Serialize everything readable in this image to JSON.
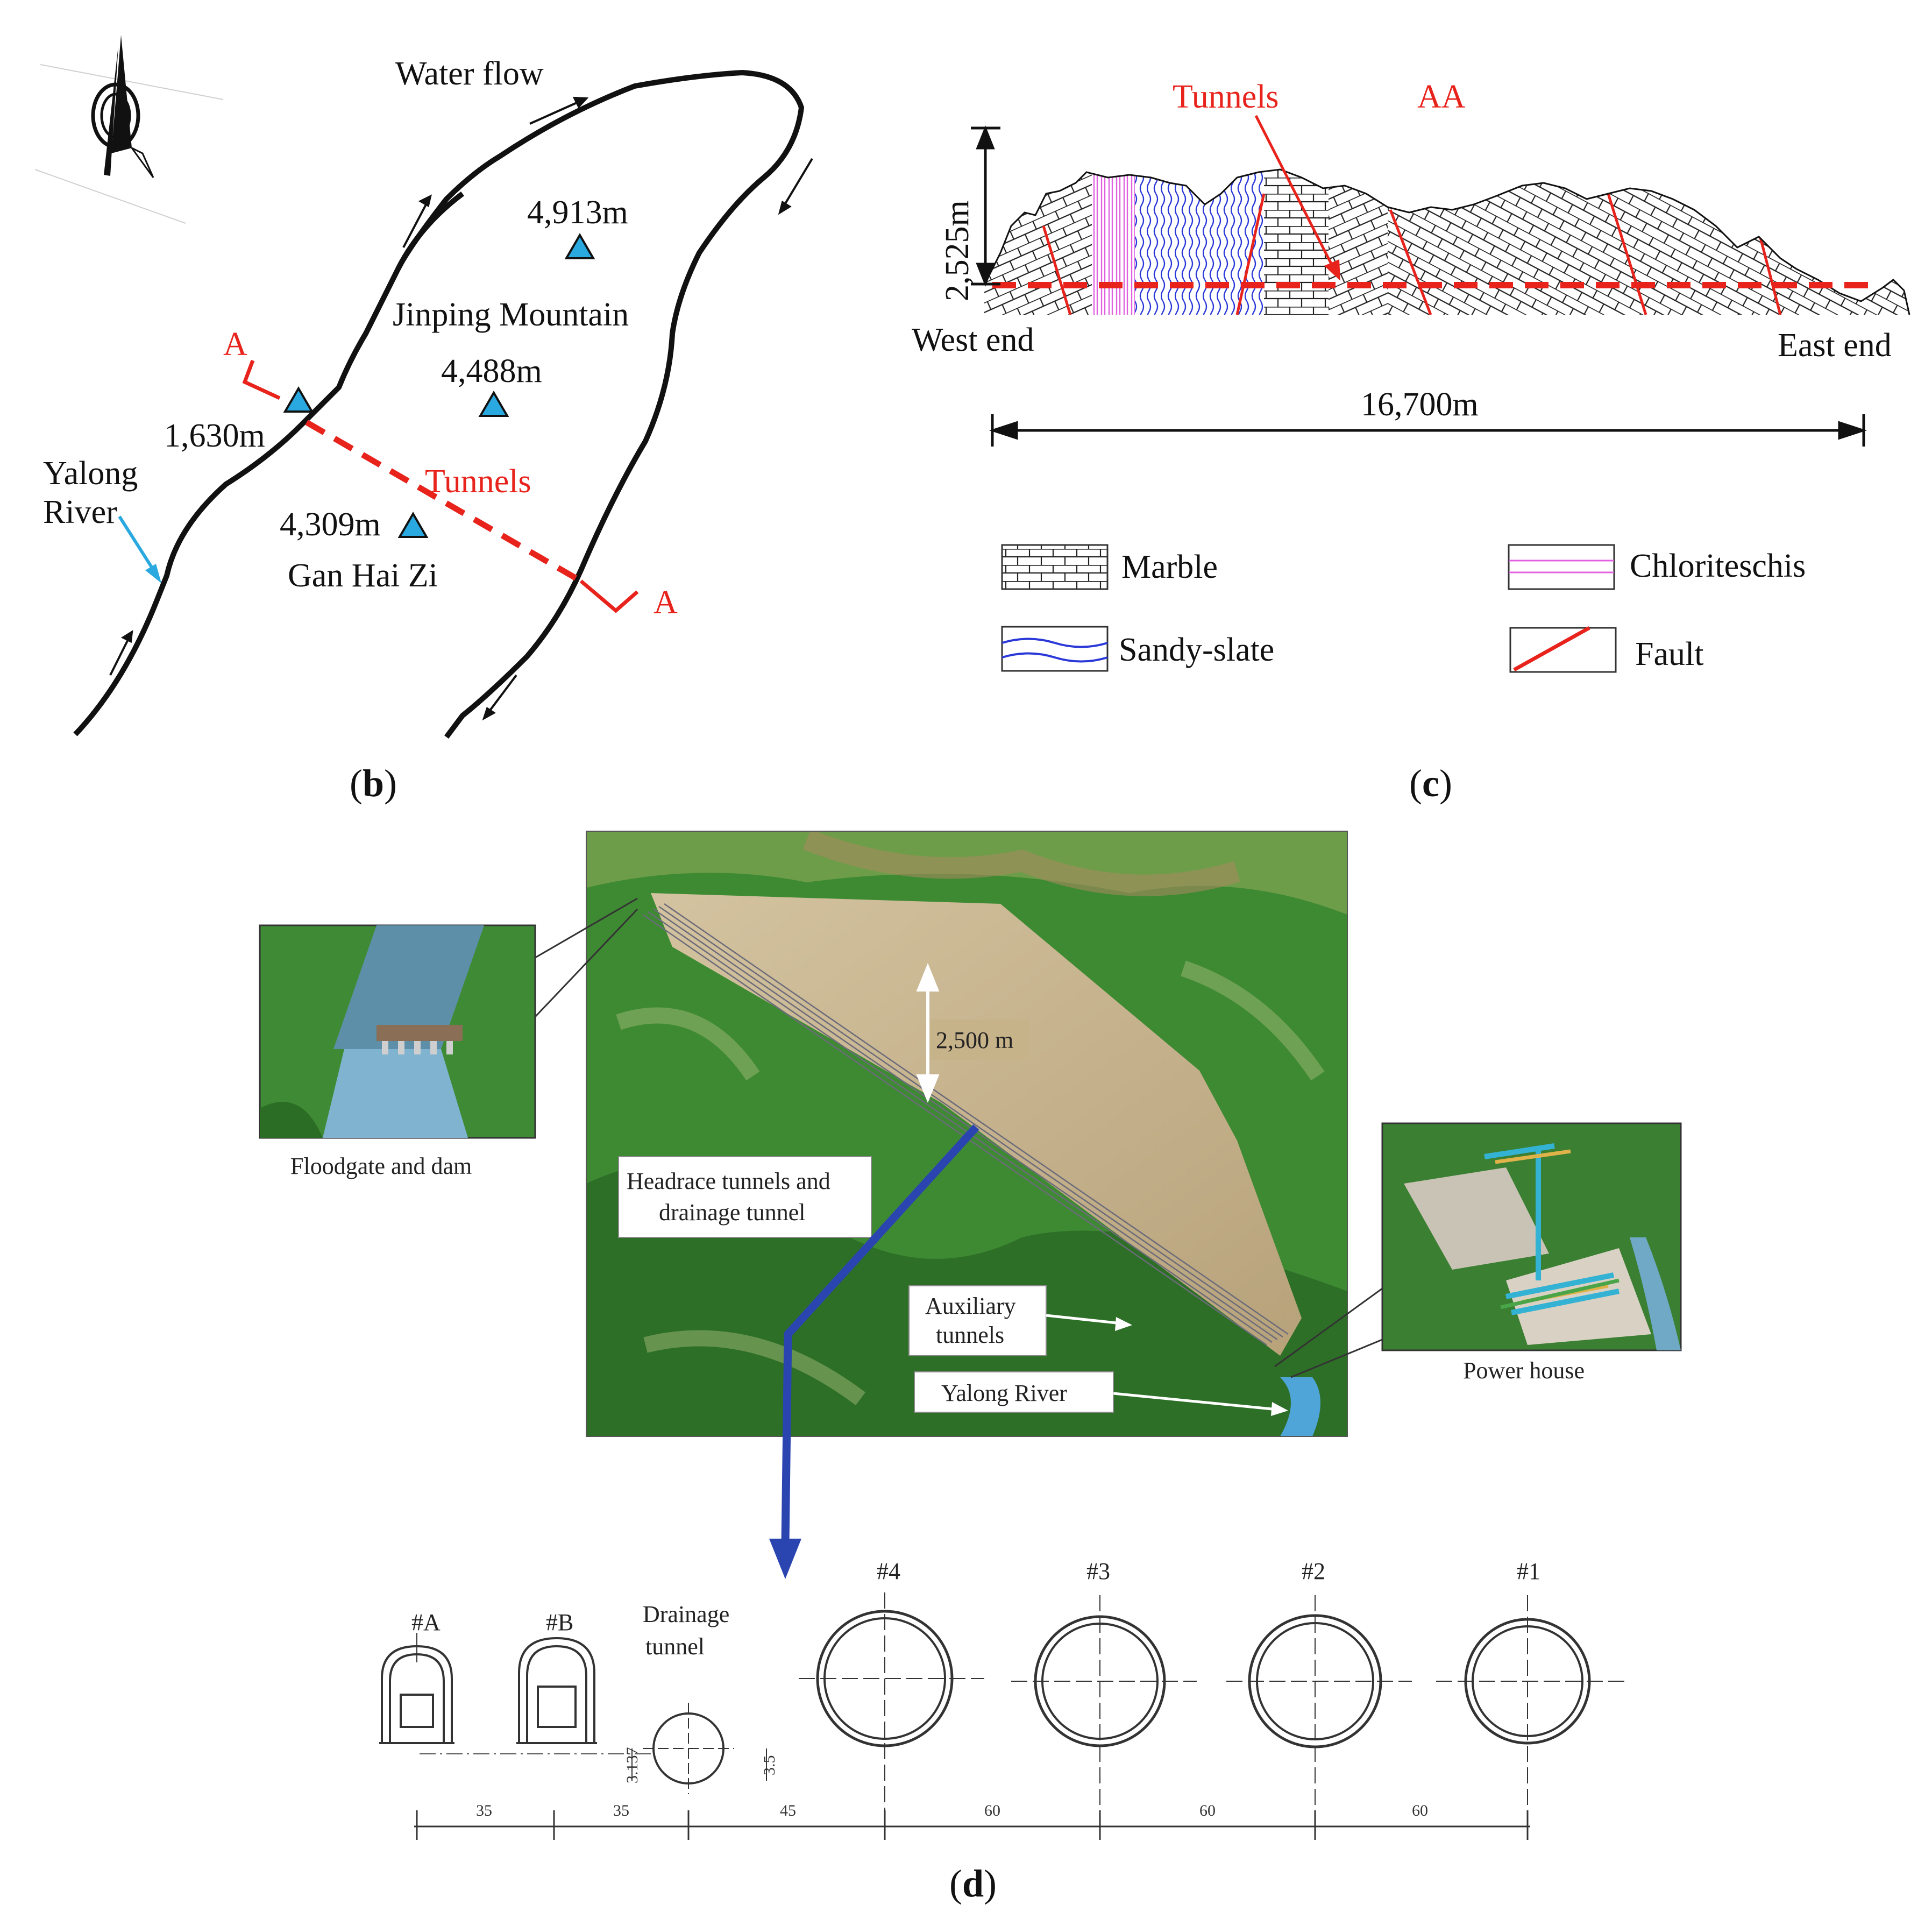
{
  "colors": {
    "river": "#111111",
    "tunnel": "#e8231c",
    "peak": "#29a9e0",
    "river_arrow": "#29a9e0",
    "marble": "#222222",
    "sandy_slate": "#2a38d8",
    "chloriteschis": "#e060e0",
    "fault": "#e8231c",
    "pointer": "#2b45b0",
    "terrain_green": "#2f7d2a",
    "terrain_tan": "#c8b48c"
  },
  "panel_b": {
    "caption": "b",
    "compass": "compass-rose-icon",
    "water_flow": "Water flow",
    "mountain": "Jinping Mountain",
    "gan_hai_zi": "Gan Hai Zi",
    "river_label": [
      "Yalong",
      "River"
    ],
    "tunnels_label": "Tunnels",
    "section_start": "A",
    "section_end": "A",
    "peaks": [
      {
        "elevation": "4,913m"
      },
      {
        "elevation": "4,488m"
      },
      {
        "elevation": "4,309m"
      },
      {
        "elevation": "1,630m"
      }
    ]
  },
  "panel_c": {
    "caption": "c",
    "tunnels_label": "Tunnels",
    "section_label": "AA",
    "height": "2,525m",
    "west": "West end",
    "east": "East end",
    "length": "16,700m",
    "legend": {
      "marble": "Marble",
      "chloriteschis": "Chloriteschis",
      "sandy_slate": "Sandy-slate",
      "fault": "Fault"
    }
  },
  "panel_d": {
    "caption": "d",
    "depth": "2,500 m",
    "headrace": [
      "Headrace tunnels and",
      "drainage tunnel"
    ],
    "auxiliary": [
      "Auxiliary",
      "tunnels"
    ],
    "yalong": "Yalong River",
    "floodgate": "Floodgate and dam",
    "powerhouse": "Power house",
    "section_labels": {
      "a": "#A",
      "b": "#B",
      "drainage": [
        "Drainage",
        "tunnel"
      ],
      "t4": "#4",
      "t3": "#3",
      "t2": "#2",
      "t1": "#1"
    },
    "dims_vertical": [
      "3.137",
      "3.5"
    ],
    "dims_horizontal": [
      "35",
      "35",
      "45",
      "60",
      "60",
      "60"
    ]
  }
}
